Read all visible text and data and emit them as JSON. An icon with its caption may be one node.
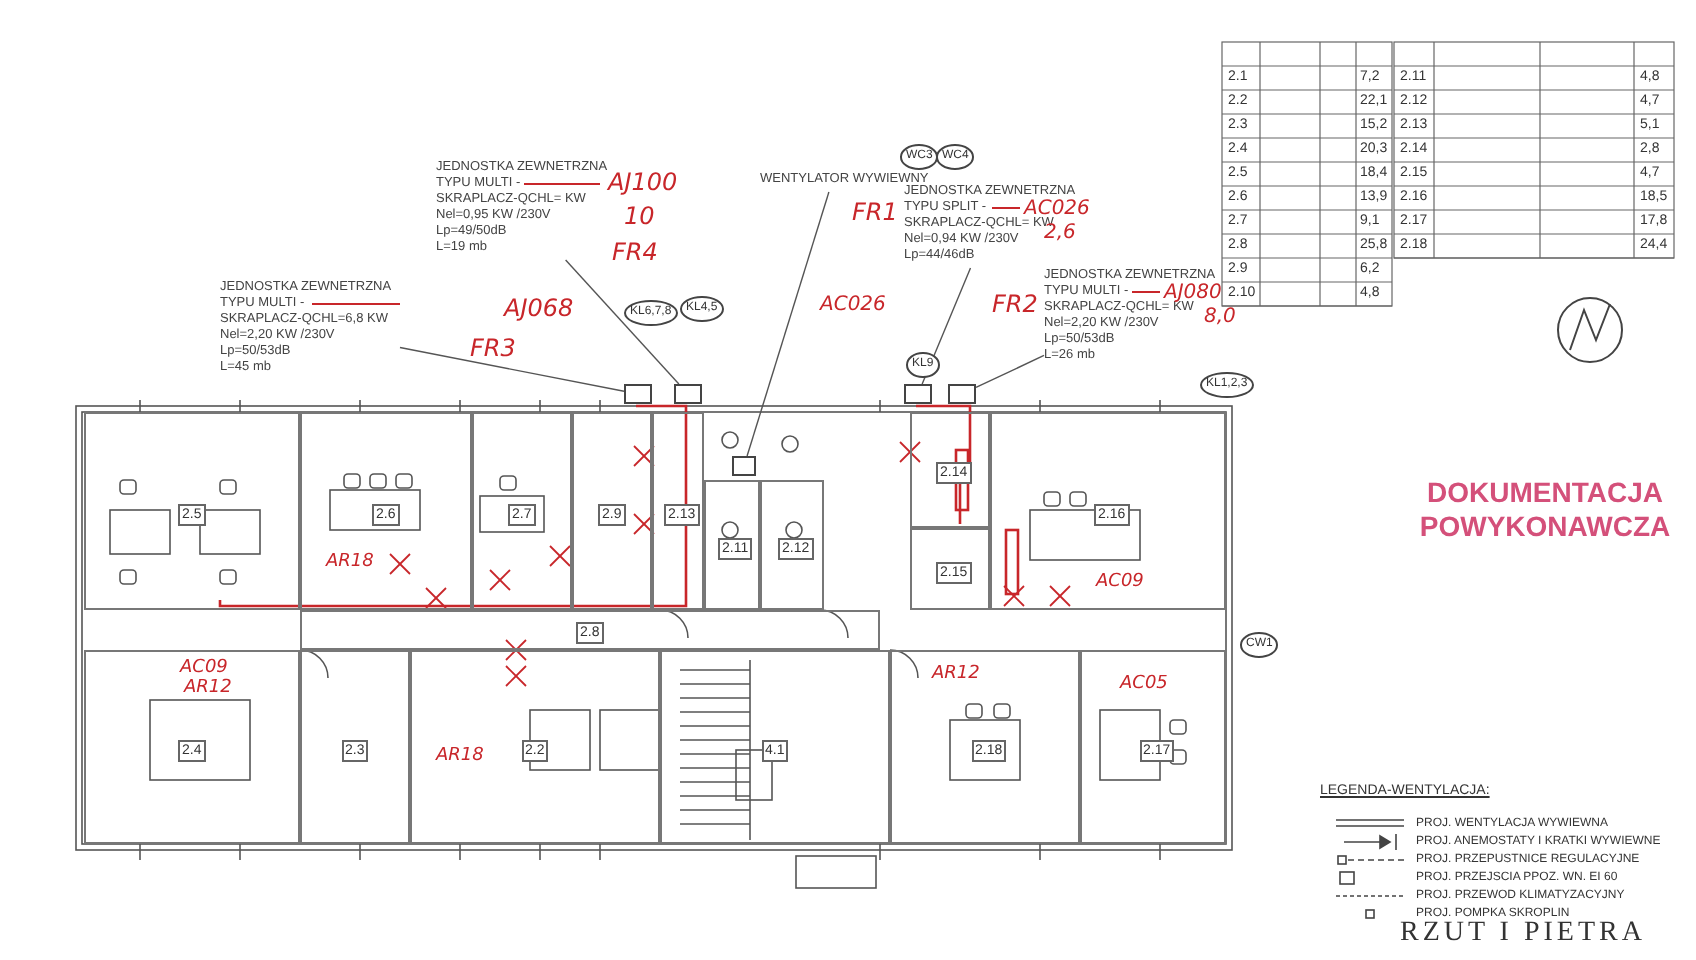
{
  "diagram": {
    "title": "RZUT I PIETRA",
    "nodes": [
      {
        "text": [
          "2.5"
        ]
      },
      {
        "text": [
          "2.6"
        ]
      },
      {
        "text": [
          "2.7"
        ]
      },
      {
        "text": [
          "2.9"
        ]
      },
      {
        "text": [
          "2.13"
        ]
      },
      {
        "text": [
          "2.11"
        ]
      },
      {
        "text": [
          "2.12"
        ]
      },
      {
        "text": [
          "2.14"
        ]
      },
      {
        "text": [
          "2.15"
        ]
      },
      {
        "text": [
          "2.16"
        ]
      },
      {
        "text": [
          "2.8"
        ]
      },
      {
        "text": [
          "2.4"
        ]
      },
      {
        "text": [
          "2.3"
        ]
      },
      {
        "text": [
          "2.2"
        ]
      },
      {
        "text": [
          "4.1"
        ]
      },
      {
        "text": [
          "2.18"
        ]
      },
      {
        "text": [
          "2.17"
        ]
      },
      {
        "text": [
          "JEDNOSTKA ZEWNETRZNA",
          "TYPU MULTI -",
          "SKRAPLACZ-QCHL= KW",
          "Nel=0,95 KW /230V",
          "Lp=49/50dB",
          "L=19 mb"
        ],
        "beside": [
          "AJ100",
          "10",
          "FR4"
        ]
      },
      {
        "text": [
          "JEDNOSTKA ZEWNETRZNA",
          "TYPU MULTI -",
          "SKRAPLACZ-QCHL=6,8 KW",
          "Nel=2,20 KW /230V",
          "Lp=50/53dB",
          "L=45 mb"
        ],
        "beside": [
          "AJ068",
          "FR3"
        ]
      },
      {
        "text": [
          "WENTYLATOR WYWIEWNY"
        ]
      },
      {
        "text": [
          "JEDNOSTKA ZEWNETRZNA",
          "TYPU SPLIT -",
          "SKRAPLACZ-QCHL= KW",
          "Nel=0,94 KW /230V",
          "Lp=44/46dB"
        ],
        "beside": [
          "AC026",
          "2,6",
          "FR1"
        ]
      },
      {
        "text": [
          "JEDNOSTKA ZEWNETRZNA",
          "TYPU MULTI -",
          "SKRAPLACZ-QCHL= KW",
          "Nel=2,20 KW /230V",
          "Lp=50/53dB",
          "L=26 mb"
        ],
        "beside": [
          "AJ080",
          "8,0",
          "FR2"
        ]
      },
      {
        "text": [],
        "shape": "box"
      },
      {
        "text": [],
        "shape": "box"
      },
      {
        "text": [],
        "shape": "box"
      },
      {
        "text": [],
        "shape": "box"
      },
      {
        "text": [],
        "shape": "box"
      }
    ],
    "edges": [
      {
        "from": 18,
        "to": 22,
        "arrow": "none"
      },
      {
        "from": 17,
        "to": 23,
        "arrow": "none"
      },
      {
        "from": 19,
        "to": 24,
        "arrow": "none"
      },
      {
        "from": 20,
        "to": 25,
        "arrow": "none"
      },
      {
        "from": 21,
        "to": 26,
        "arrow": "none"
      }
    ],
    "labels": [
      "KL6,7,8",
      "KL4,5",
      "WC3",
      "WC4",
      "KL9",
      "KL1,2,3",
      "CW1",
      "AR18",
      "AC026",
      "AC09",
      "AC09",
      "AR12",
      "AR18",
      "AR12",
      "AC05",
      "DOKUMENTACJA POWYKONAWCZA",
      "LEGENDA-WENTYLACJA:",
      "2.1",
      "7,2",
      "2.11",
      "4,8",
      "2.2",
      "22,1",
      "2.12",
      "4,7",
      "2.3",
      "15,2",
      "2.13",
      "5,1",
      "2.4",
      "20,3",
      "2.14",
      "2,8",
      "2.5",
      "18,4",
      "2.15",
      "4,7",
      "2.6",
      "13,9",
      "2.16",
      "18,5",
      "2.7",
      "9,1",
      "2.17",
      "17,8",
      "2.8",
      "25,8",
      "2.18",
      "24,4",
      "2.9",
      "6,2",
      "2.10",
      "4,8"
    ],
    "legend": [
      {
        "text": "PROJ. WENTYLACJA WYWIEWNA"
      },
      {
        "text": "PROJ. ANEMOSTATY I KRATKI WYWIEWNE"
      },
      {
        "text": "PROJ. PRZEPUSTNICE REGULACYJNE"
      },
      {
        "text": "PROJ. PRZEJSCIA PPOZ. WN. EI 60"
      },
      {
        "text": "PROJ. PRZEWOD KLIMATYZACYJNY"
      },
      {
        "text": "PROJ. POMPKA SKROPLIN"
      }
    ]
  }
}
